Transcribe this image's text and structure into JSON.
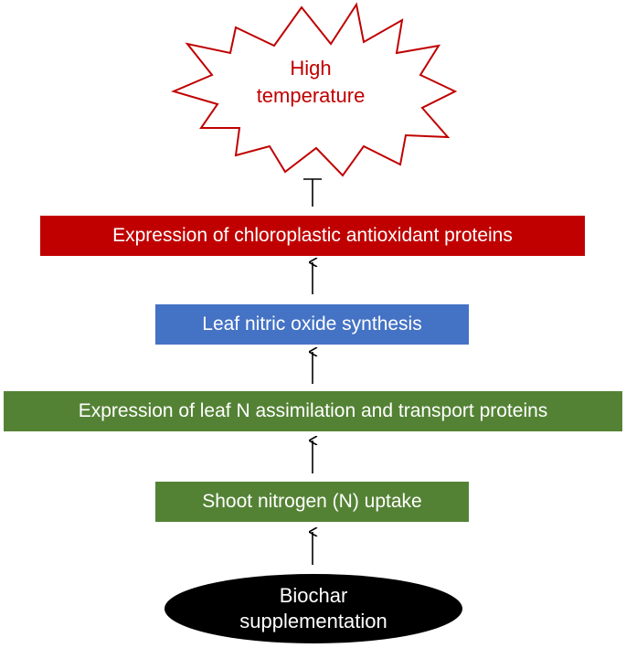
{
  "stress": {
    "line1": "High",
    "line2": "temperature",
    "color": "#c00000"
  },
  "steps": [
    {
      "label": "Expression of chloroplastic antioxidant proteins",
      "color": "#c00000"
    },
    {
      "label": "Leaf nitric oxide synthesis",
      "color": "#4472c4"
    },
    {
      "label": "Expression of leaf N assimilation and transport proteins",
      "color": "#548235"
    },
    {
      "label": "Shoot nitrogen (N) uptake",
      "color": "#548235"
    }
  ],
  "source": {
    "line1": "Biochar",
    "line2": "supplementation",
    "color": "#000000"
  }
}
